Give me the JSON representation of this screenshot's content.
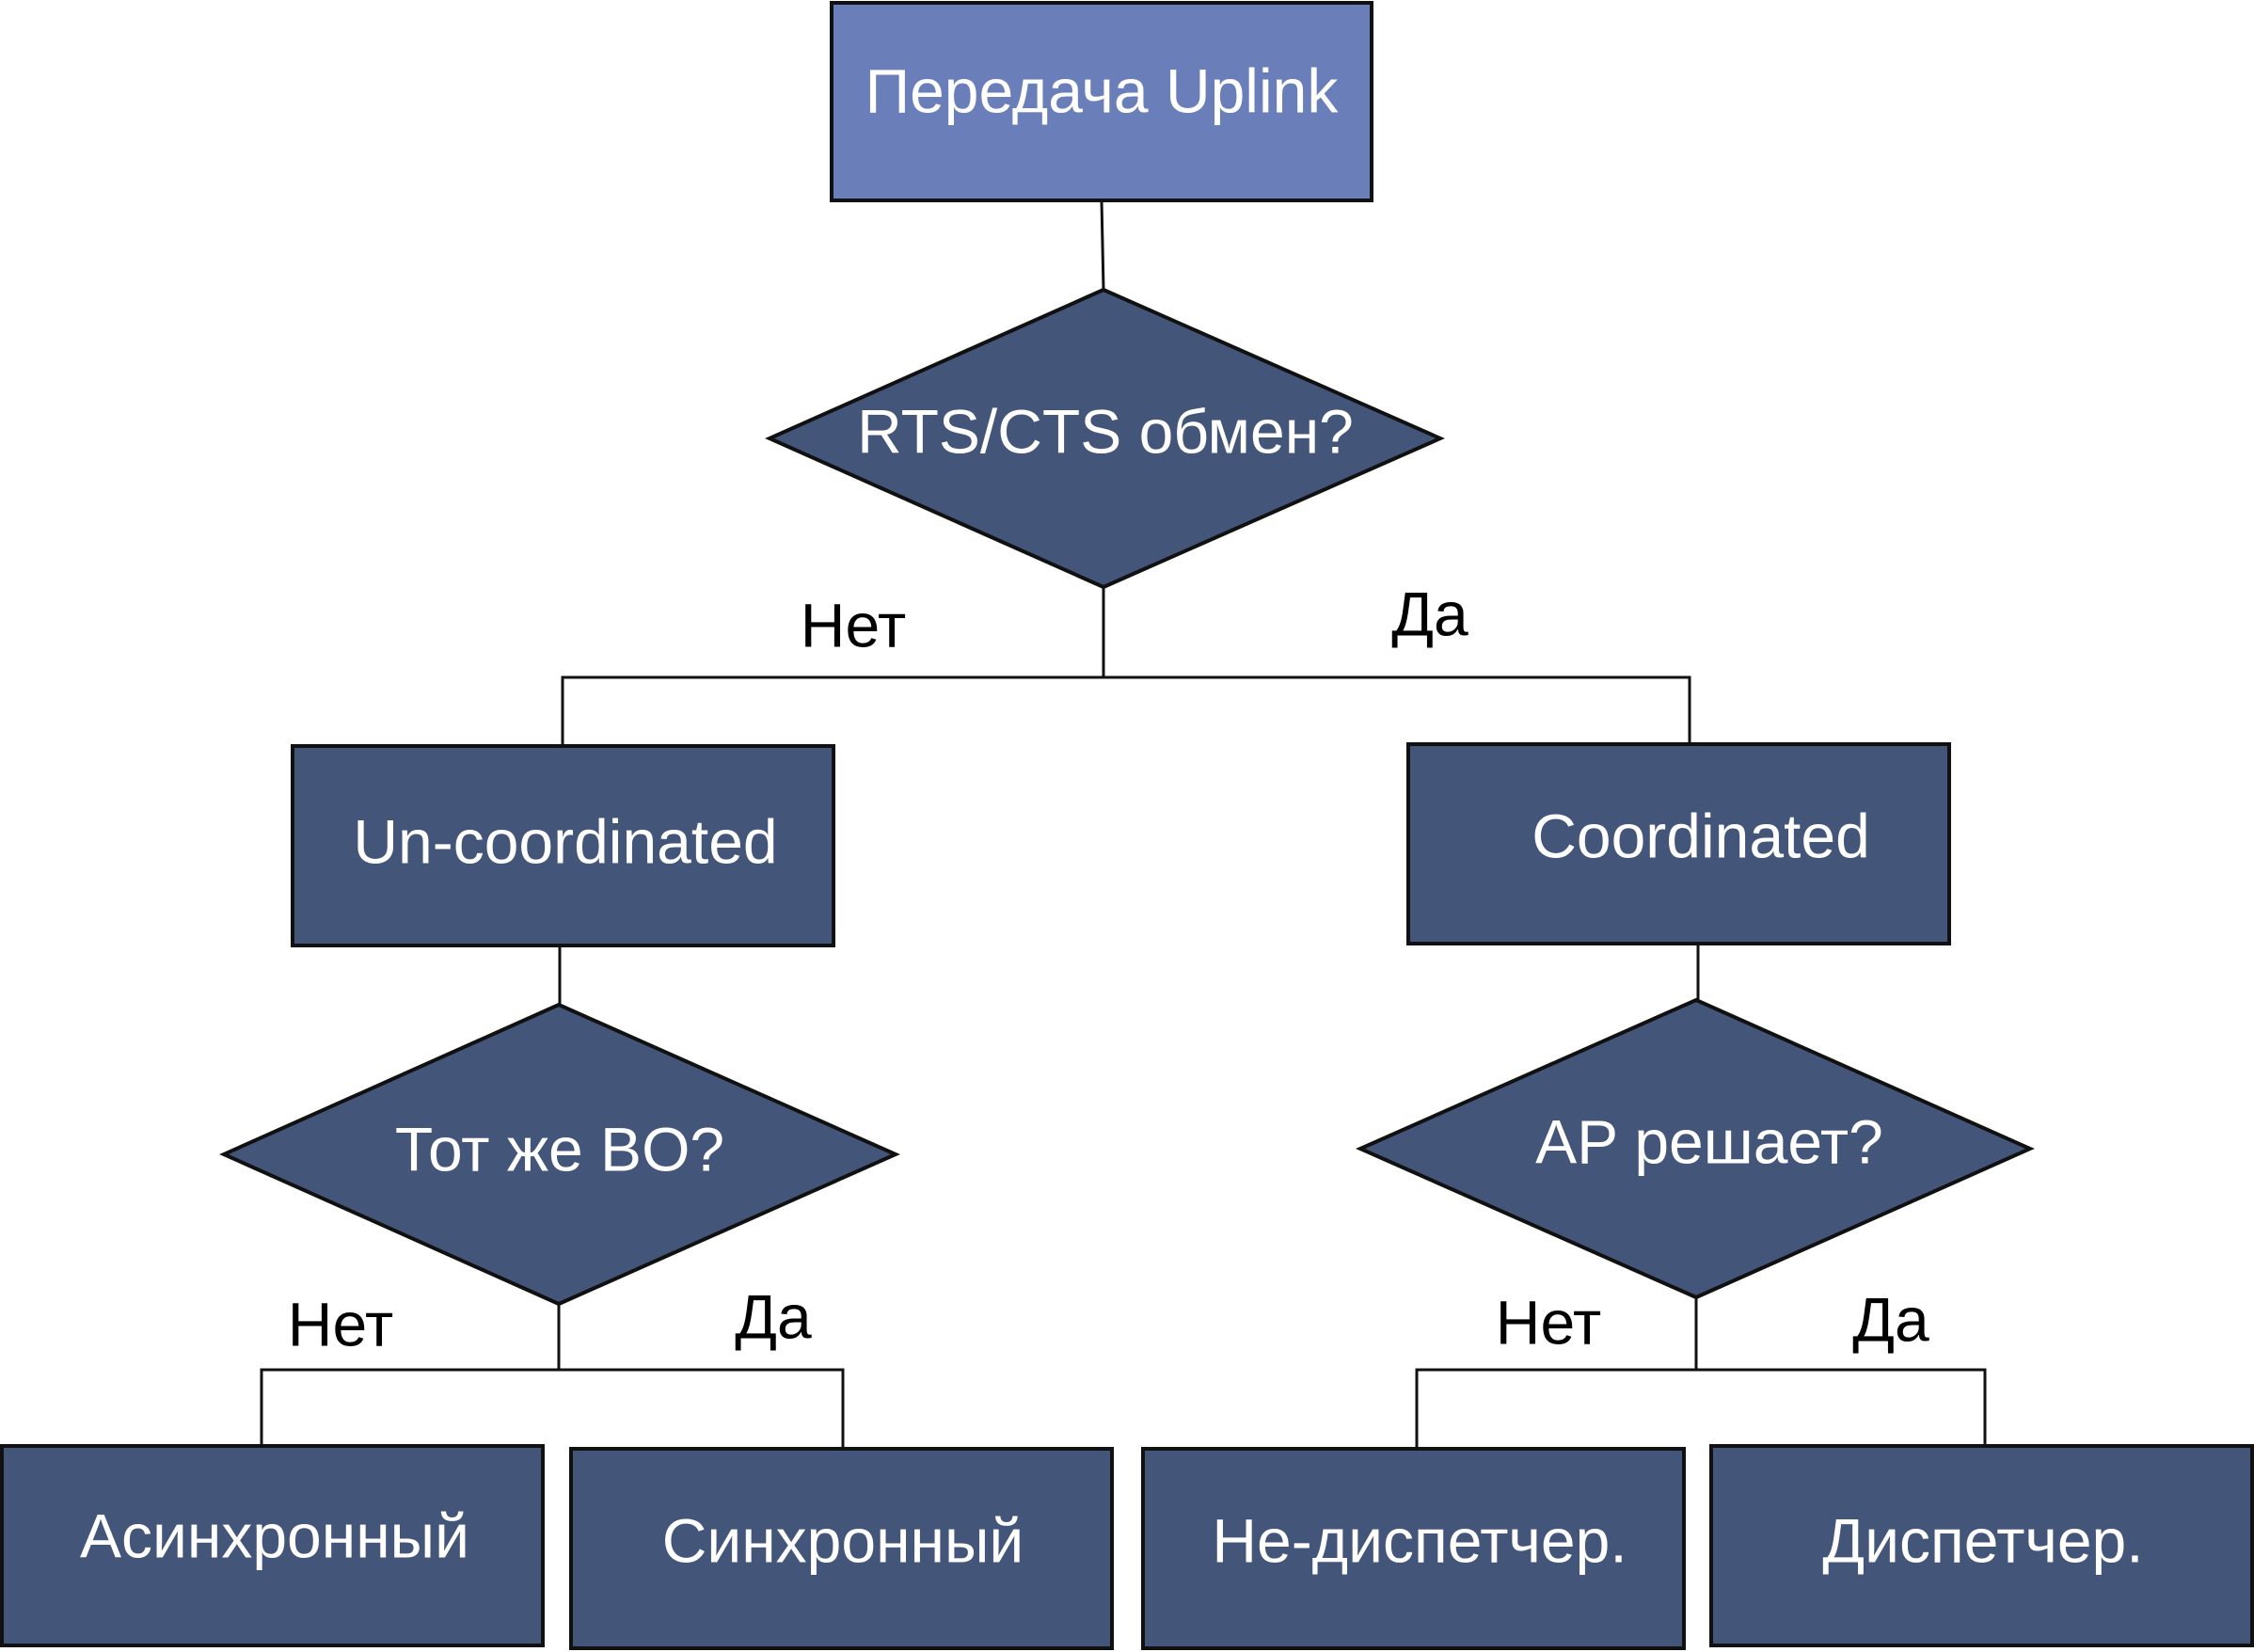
{
  "colors": {
    "root_fill": "#6a7fba",
    "node_fill": "#44557a",
    "outline": "#111111",
    "text_light": "#ffffff",
    "text_dark": "#000000"
  },
  "nodes": {
    "root": "Передача Uplink",
    "rts_cts": "RTS/CTS обмен?",
    "uncoordinated": "Un-coordinated",
    "coordinated": "Coordinated",
    "same_bo": "Тот же BO?",
    "ap_decides": "AP решает?",
    "async": "Асинхронный",
    "sync": "Синхронный",
    "non_dispatch": "Не-диспетчер.",
    "dispatch": "Диспетчер."
  },
  "edges": {
    "rts_no": "Нет",
    "rts_yes": "Да",
    "bo_no": "Нет",
    "bo_yes": "Да",
    "ap_no": "Нет",
    "ap_yes": "Да"
  }
}
